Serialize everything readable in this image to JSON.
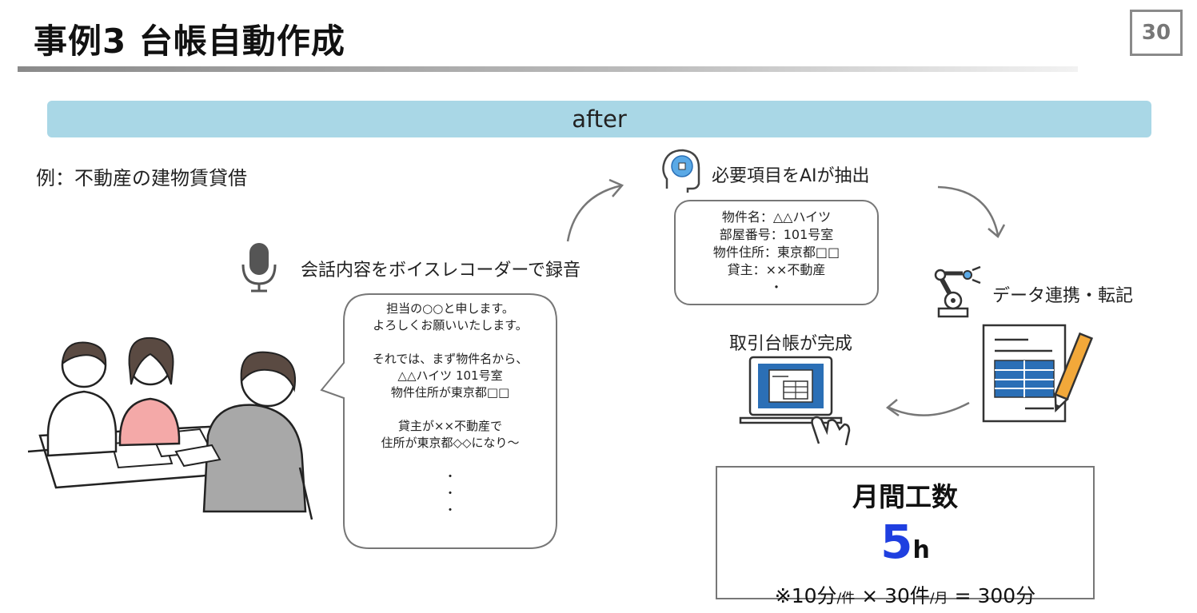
{
  "header": {
    "title": "事例3 台帳自動作成",
    "page_number": "30"
  },
  "banner": {
    "label": "after"
  },
  "example": {
    "text": "例：不動産の建物賃貸借"
  },
  "steps": {
    "record": "会話内容をボイスレコーダーで録音",
    "extract": "必要項目をAIが抽出",
    "link": "データ連携・転記",
    "complete": "取引台帳が完成"
  },
  "conversation": {
    "lines": [
      "担当の○○と申します。",
      "よろしくお願いいたします。",
      "",
      "それでは、まず物件名から、",
      "△△ハイツ 101号室",
      "物件住所が東京都□□",
      "",
      "貸主が××不動産で",
      "住所が東京都◇◇になり〜",
      "",
      "・",
      "・",
      "・"
    ]
  },
  "extracted": {
    "lines": [
      "物件名：△△ハイツ",
      "部屋番号：101号室",
      "物件住所：東京都□□",
      "貸主：××不動産",
      "・"
    ]
  },
  "summary": {
    "title": "月間工数",
    "value": "5",
    "unit": "h",
    "note_a": "※10分",
    "note_b": "/件",
    "note_c": " × 30件",
    "note_d": "/月",
    "note_e": " = 300分"
  },
  "colors": {
    "banner": "#a9d7e6",
    "value": "#1f3fe0",
    "sheet_blue": "#2b6fb6",
    "pencil": "#f2a83a"
  }
}
